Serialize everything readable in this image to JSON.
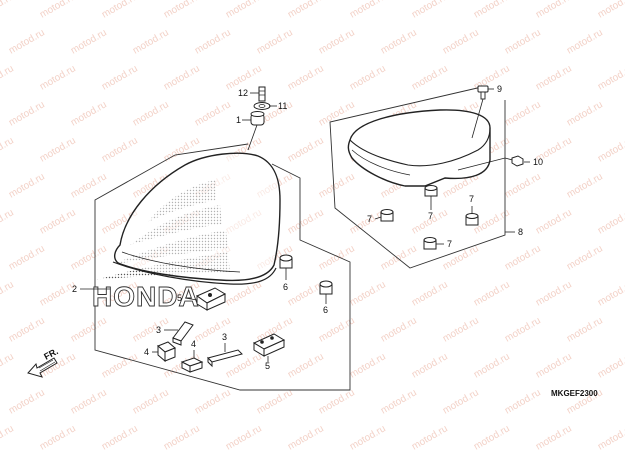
{
  "watermark": "motod.ru",
  "diagram_code": "MKGEF2300",
  "direction_label": "FR.",
  "brand_text": "HONDA",
  "callouts": {
    "c1": "1",
    "c2": "2",
    "c3a": "3",
    "c3b": "3",
    "c4a": "4",
    "c4b": "4",
    "c5a": "5",
    "c5b": "5",
    "c6a": "6",
    "c6b": "6",
    "c7a": "7",
    "c7b": "7",
    "c7c": "7",
    "c7d": "7",
    "c8": "8",
    "c9": "9",
    "c10": "10",
    "c11": "11",
    "c12": "12"
  },
  "colors": {
    "line": "#222222",
    "watermark": "#f3d2c8",
    "logo_fill": "#d8d8d8"
  }
}
